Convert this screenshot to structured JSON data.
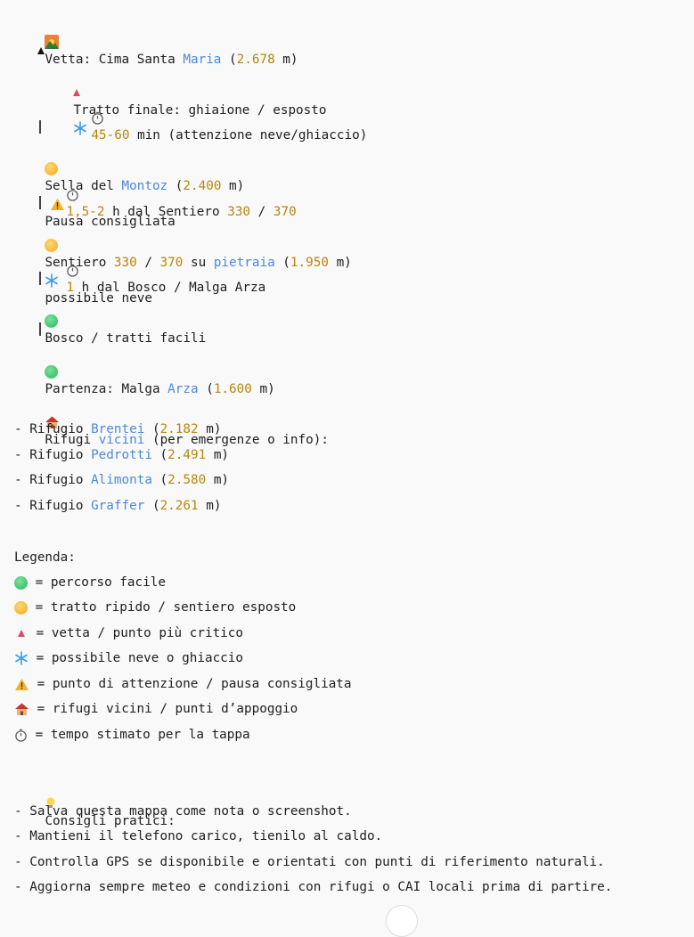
{
  "route": {
    "summit": {
      "prefix": "Vetta: Cima Santa ",
      "name": "Maria",
      "open": " (",
      "elev": "2.678",
      "close": " m)"
    },
    "final": {
      "text": "Tratto finale: ghiaione / esposto"
    },
    "final_time": {
      "n1": "45",
      "dash": "-",
      "n2": "60",
      "rest": " min (attenzione neve/ghiaccio)"
    },
    "sella": {
      "prefix": "Sella del ",
      "name": "Montoz",
      "open": " (",
      "elev": "2.400",
      "close": " m)",
      "note": "Pausa consigliata"
    },
    "sella_time": {
      "n1": "1",
      "mid": ",5-",
      "n2": "2",
      "rest": " h dal Sentiero ",
      "n3": "330",
      "slash": " / ",
      "n4": "370"
    },
    "sentiero": {
      "prefix": "Sentiero ",
      "n1": "330",
      "slash": " / ",
      "n2": "370",
      "mid": " su ",
      "name": "pietraia",
      "open": " (",
      "elev": "1.950",
      "close": " m)",
      "note": "possibile neve"
    },
    "sentiero_time": {
      "n1": "1",
      "rest": " h dal Bosco / Malga Arza"
    },
    "bosco": {
      "text": "Bosco / tratti facili"
    },
    "partenza": {
      "prefix": "Partenza: Malga ",
      "name": "Arza",
      "open": " (",
      "elev": "1.600",
      "close": " m)"
    }
  },
  "rifugi": {
    "heading_pre": "Rifugi ",
    "heading_kw": "vicini",
    "heading_post": " (per emergenze o info):",
    "items": [
      {
        "prefix": "- Rifugio ",
        "name": "Brentei",
        "open": " (",
        "elev": "2.182",
        "close": " m)"
      },
      {
        "prefix": "- Rifugio ",
        "name": "Pedrotti",
        "open": " (",
        "elev": "2.491",
        "close": " m)"
      },
      {
        "prefix": "- Rifugio ",
        "name": "Alimonta",
        "open": " (",
        "elev": "2.580",
        "close": " m)"
      },
      {
        "prefix": "- Rifugio ",
        "name": "Graffer",
        "open": " (",
        "elev": "2.261",
        "close": " m)"
      }
    ]
  },
  "legenda": {
    "heading": "Legenda:",
    "items": [
      {
        "icon": "green-circle-icon",
        "text": " = percorso facile"
      },
      {
        "icon": "yellow-circle-icon",
        "text": " = tratto ripido / sentiero esposto"
      },
      {
        "icon": "red-triangle-icon",
        "text": " = vetta / punto più critico"
      },
      {
        "icon": "snowflake-icon",
        "text": " = possibile neve o ghiaccio"
      },
      {
        "icon": "warning-icon",
        "text": " = punto di attenzione / pausa consigliata"
      },
      {
        "icon": "house-icon",
        "text": " = rifugi vicini / punti d’appoggio"
      },
      {
        "icon": "stopwatch-icon",
        "text": " = tempo stimato per la tappa"
      }
    ]
  },
  "consigli": {
    "heading": "Consigli pratici:",
    "items": [
      "- Salva questa mappa come nota o screenshot.",
      "- Mantieni il telefono carico, tienilo al caldo.",
      "- Controlla GPS se disponibile e orientati con punti di riferimento naturali.",
      "- Aggiorna sempre meteo e condizioni con rifugi o CAI locali prima di partire."
    ]
  },
  "colors": {
    "number": "#b8860b",
    "keyword": "#4a89dc"
  }
}
